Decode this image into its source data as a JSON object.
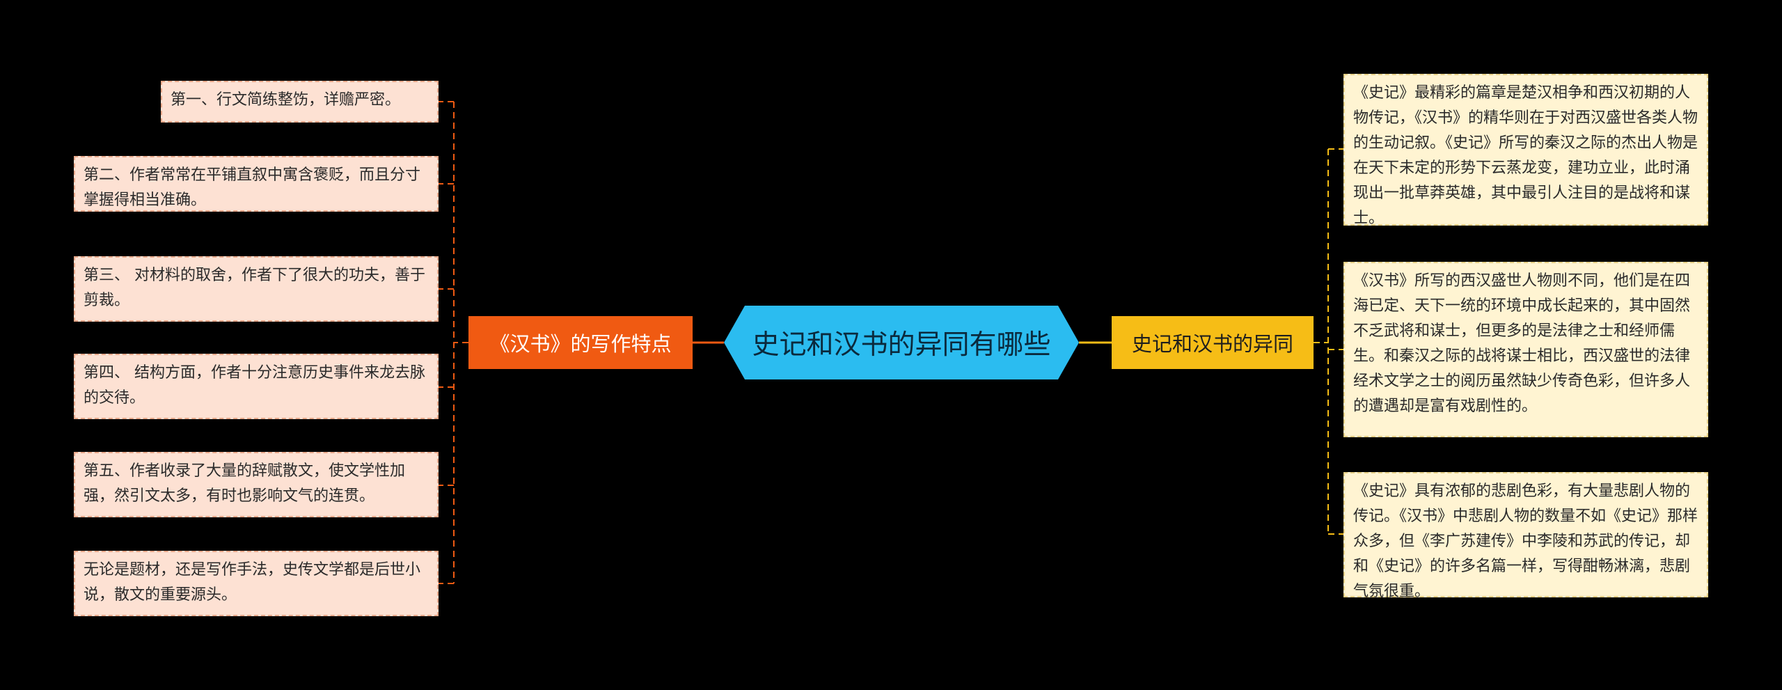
{
  "center": {
    "title": "史记和汉书的异同有哪些"
  },
  "left_branch": {
    "title": "《汉书》的写作特点",
    "items": [
      "第一、行文简练整饬，详赡严密。",
      "第二、作者常常在平铺直叙中寓含褒贬，而且分寸掌握得相当准确。",
      "第三、 对材料的取舍，作者下了很大的功夫，善于剪裁。",
      "第四、 结构方面，作者十分注意历史事件来龙去脉的交待。",
      "第五、作者收录了大量的辞赋散文，使文学性加强，然引文太多，有时也影响文气的连贯。",
      "无论是题材，还是写作手法，史传文学都是后世小说，散文的重要源头。"
    ]
  },
  "right_branch": {
    "title": "史记和汉书的异同",
    "items": [
      "《史记》最精彩的篇章是楚汉相争和西汉初期的人物传记，《汉书》的精华则在于对西汉盛世各类人物的生动记叙。《史记》所写的秦汉之际的杰出人物是在天下未定的形势下云蒸龙变，建功立业，此时涌现出一批草莽英雄，其中最引人注目的是战将和谋士。",
      "《汉书》所写的西汉盛世人物则不同，他们是在四海已定、天下一统的环境中成长起来的，其中固然不乏武将和谋士，但更多的是法律之士和经师儒生。和秦汉之际的战将谋士相比，西汉盛世的法律经术文学之士的阅历虽然缺少传奇色彩，但许多人的遭遇却是富有戏剧性的。",
      "《史记》具有浓郁的悲剧色彩，有大量悲剧人物的传记。《汉书》中悲剧人物的数量不如《史记》那样众多，但《李广苏建传》中李陵和苏武的传记，却和《史记》的许多名篇一样，写得酣畅淋漓，悲剧气氛很重。"
    ]
  },
  "colors": {
    "background": "#000000",
    "center_fill": "#2bbcf0",
    "left_branch_fill": "#f05a12",
    "right_branch_fill": "#f6bd16",
    "left_leaf_fill": "#fde1d3",
    "right_leaf_fill": "#fff4d2",
    "left_connector": "#f05a12",
    "right_connector": "#f6bd16"
  }
}
